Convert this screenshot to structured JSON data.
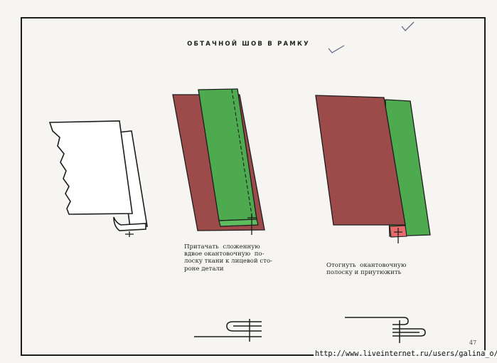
{
  "title": "ОБТАЧНОЙ ШОВ В РАМКУ",
  "captions": {
    "step1": "Притачать  сложенную\nвдвое окантовочную  по-\nлоску ткани к лицевой сто-\nроне детали",
    "step2": "Отогнуть  окантовочную\nполоску и приутюжить"
  },
  "page_number": "47",
  "watermark": "http://www.liveinternet.ru/users/galina_o/",
  "colors": {
    "fabric_red": "#9c4a4a",
    "fabric_green": "#4daa4f",
    "line": "#1d1d1d",
    "pencil": "#6a6a8a"
  }
}
